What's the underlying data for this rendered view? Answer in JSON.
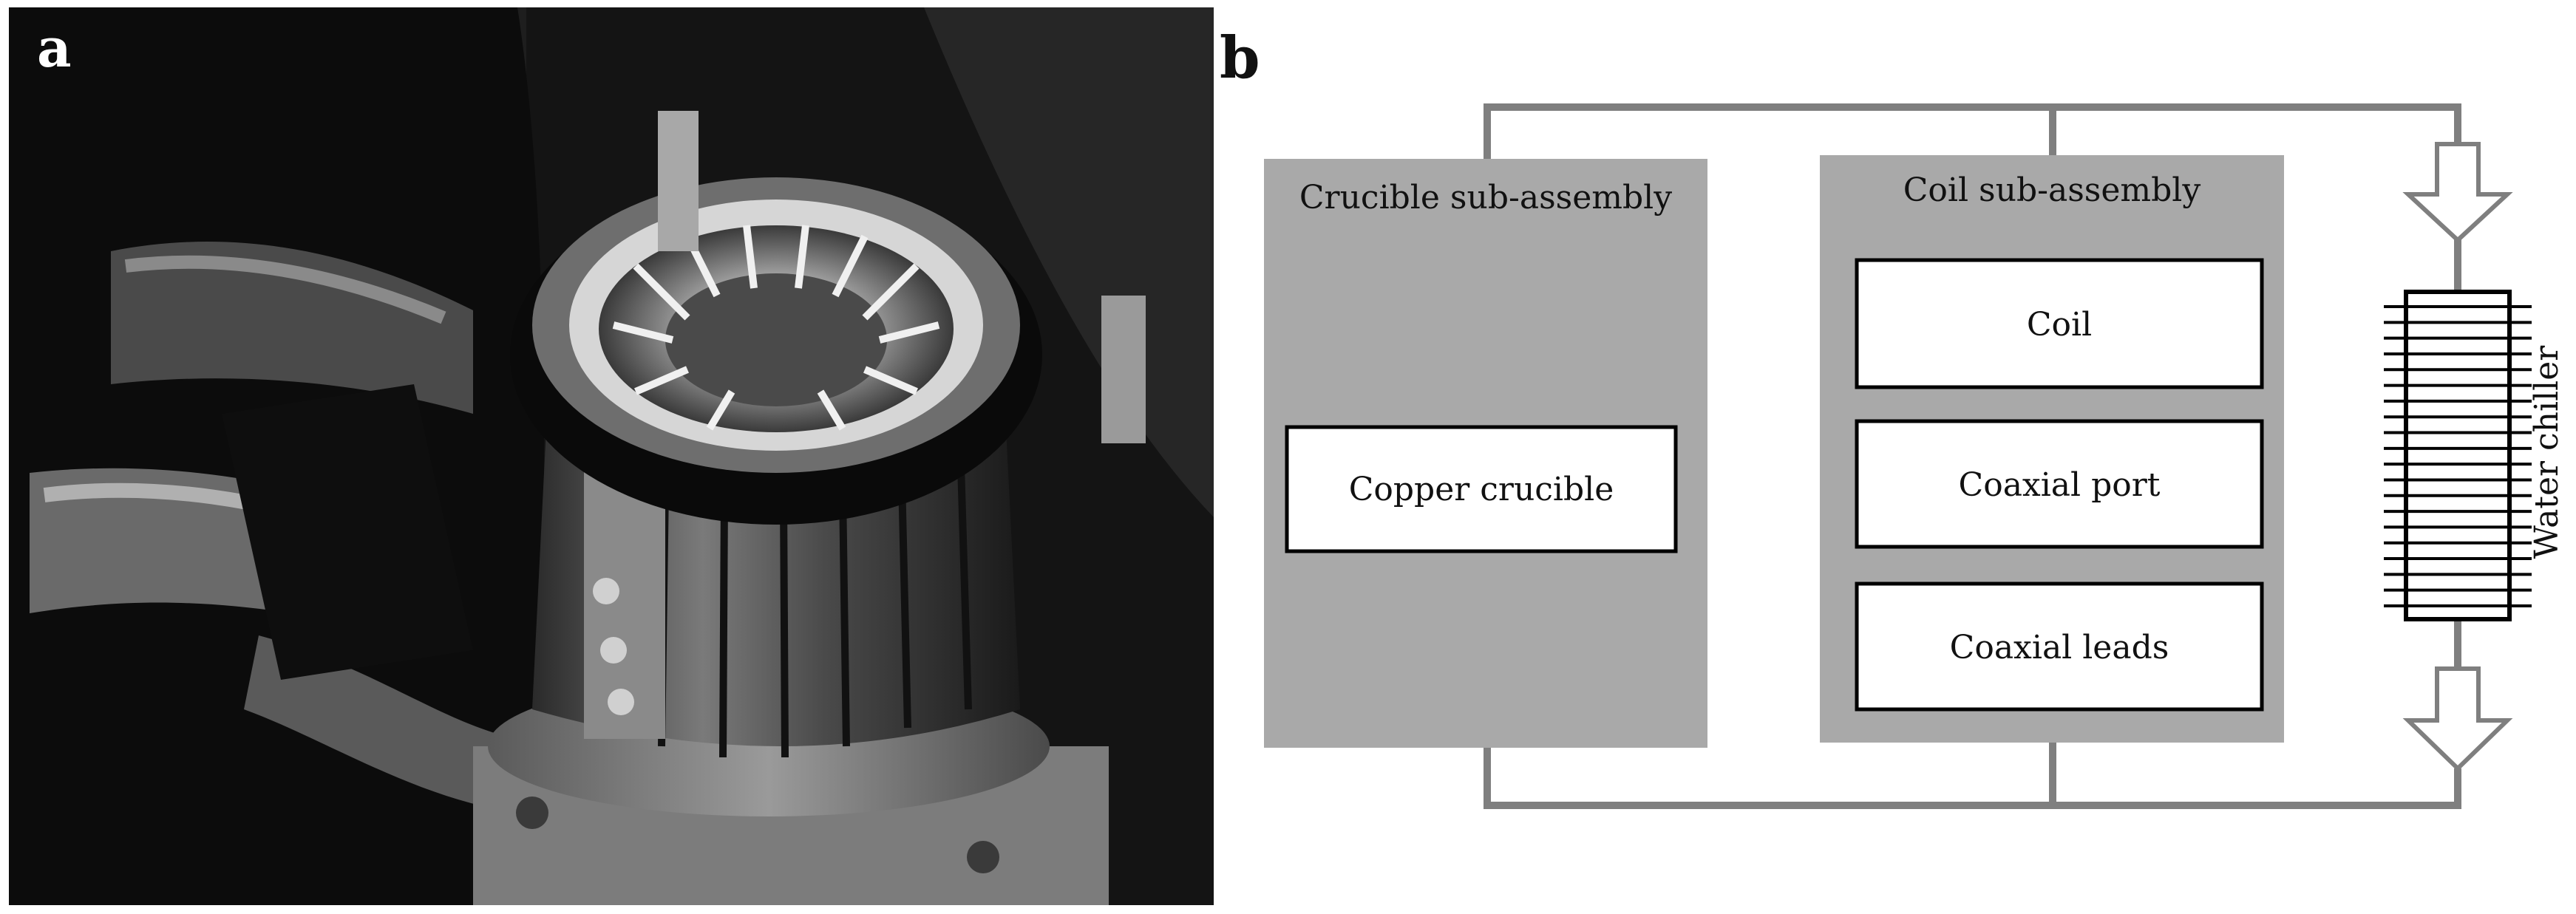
{
  "panels": {
    "a": {
      "label": "a"
    },
    "b": {
      "label": "b"
    }
  },
  "diagram": {
    "crucible_group": {
      "title": "Crucible sub-assembly",
      "items": [
        "Copper crucible"
      ]
    },
    "coil_group": {
      "title": "Coil sub-assembly",
      "items": [
        "Coil",
        "Coaxial port",
        "Coaxial leads"
      ]
    },
    "chiller": {
      "label": "Water chiller"
    }
  },
  "colors": {
    "group_fill": "#a9a9a9",
    "box_fill": "#ffffff",
    "line": "#7f7f7f",
    "text": "#111111"
  }
}
